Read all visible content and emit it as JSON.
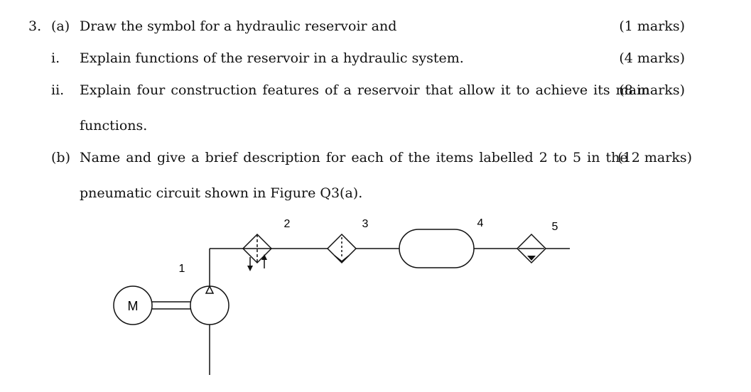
{
  "q3": {
    "number": "3.",
    "a_label": "(a)",
    "a_text": "Draw the symbol for a hydraulic reservoir and",
    "a_marks": "(1 marks)",
    "i_label": "i.",
    "i_text": "Explain functions of the reservoir in a hydraulic system.",
    "i_marks": "(4 marks)",
    "ii_label": "ii.",
    "ii_text_line1": "Explain four construction features of a reservoir that allow it to achieve its main",
    "ii_text_line2": "functions.",
    "ii_marks": "(8 marks)",
    "b_label": "(b)",
    "b_text_line1": "Name and give a brief description for each of the items labelled 2 to 5 in the",
    "b_text_line2": "pneumatic circuit shown in Figure Q3(a).",
    "b_marks": "(12 marks)"
  },
  "figure": {
    "labels": [
      "1",
      "2",
      "3",
      "4",
      "5"
    ],
    "motor_label": "M"
  }
}
